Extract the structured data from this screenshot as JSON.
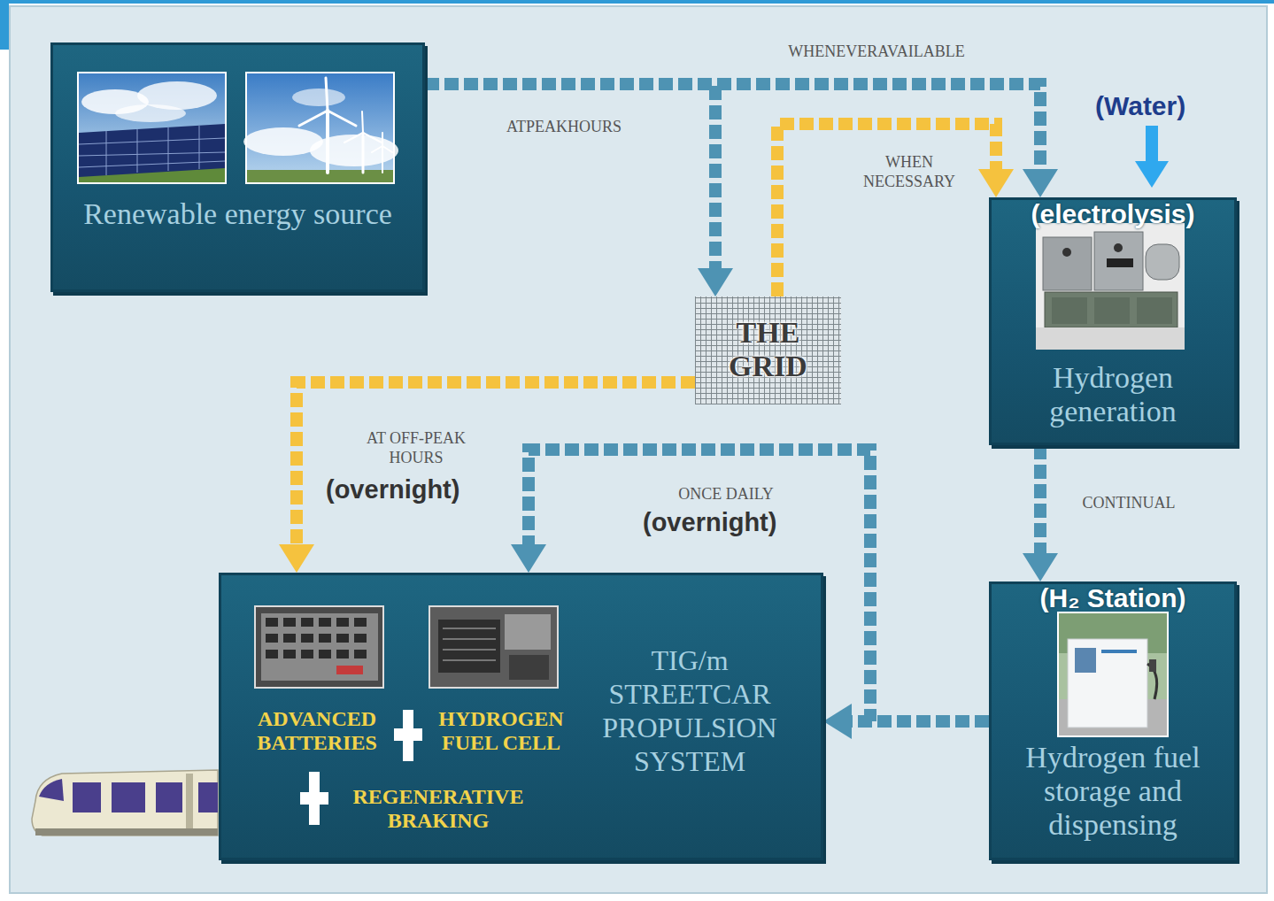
{
  "diagram": {
    "nodes": [
      {
        "text": [
          "Renewable energy source"
        ]
      },
      {
        "text": [
          "THE GRID"
        ]
      },
      {
        "text": [
          "(electrolysis)",
          "Hydrogen generation"
        ]
      },
      {
        "text": [
          "(H₂ Station)",
          "Hydrogen fuel storage and dispensing"
        ]
      },
      {
        "text": [
          "ADVANCED BATTERIES",
          "HYDROGEN FUEL CELL",
          "REGENERATIVE BRAKING",
          "TIG/m STREETCAR PROPULSION SYSTEM"
        ]
      }
    ],
    "edges": [
      {
        "from": 0,
        "to": 1,
        "label": "ATPEAKHOURS",
        "arrow": "to"
      },
      {
        "from": 0,
        "to": 2,
        "label": "WHENEVERAVAILABLE",
        "arrow": "to"
      },
      {
        "from": 1,
        "to": 2,
        "label": "WHEN NECESSARY",
        "arrow": "to"
      },
      {
        "from": 1,
        "to": 4,
        "label": "AT OFF-PEAK HOURS",
        "arrow": "to"
      },
      {
        "from": 2,
        "to": 3,
        "label": "CONTINUAL",
        "arrow": "to"
      },
      {
        "from": 3,
        "to": 4,
        "arrow": "to"
      },
      {
        "from": 3,
        "to": 4,
        "label": "ONCE DAILY",
        "arrow": "to"
      }
    ],
    "labels": [
      "(Water)",
      "(overnight)",
      "(overnight)"
    ]
  }
}
